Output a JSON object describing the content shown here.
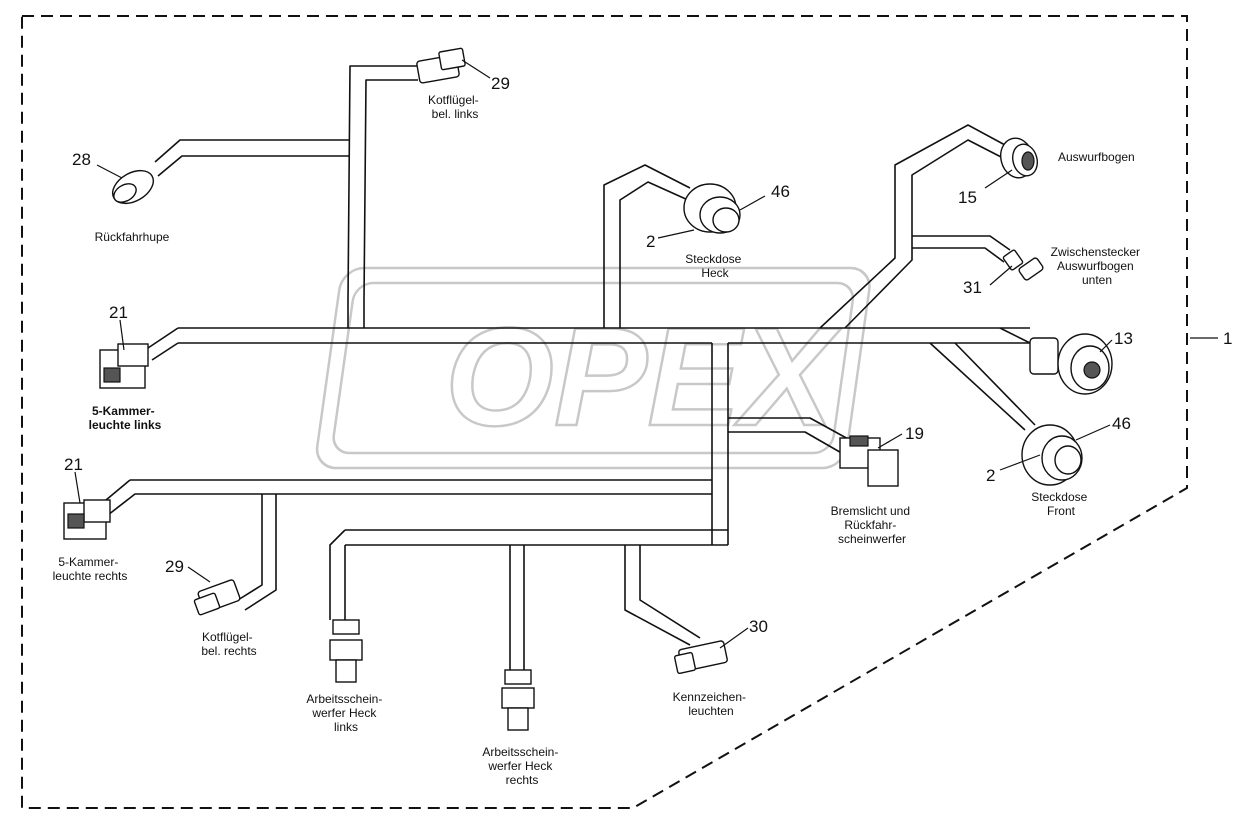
{
  "watermark": {
    "text": "OPEX"
  },
  "border_ref": "1",
  "callouts": [
    {
      "id": "c29a",
      "number": "29",
      "label_lines": [
        "Kotflügel-",
        "bel. links"
      ],
      "bold": false
    },
    {
      "id": "c28",
      "number": "28",
      "label_lines": [
        "Rückfahrhupe"
      ],
      "bold": false
    },
    {
      "id": "c46a",
      "number": "46",
      "number2": "2",
      "label_lines": [
        "Steckdose",
        "Heck"
      ],
      "bold": false
    },
    {
      "id": "c15",
      "number": "15",
      "label_lines": [
        "Auswurfbogen"
      ],
      "bold": false
    },
    {
      "id": "c31",
      "number": "31",
      "label_lines": [
        "Zwischenstecker",
        "Auswurfbogen",
        "unten"
      ],
      "bold": false
    },
    {
      "id": "c21a",
      "number": "21",
      "label_lines": [
        "5-Kammer-",
        "leuchte links"
      ],
      "bold": true
    },
    {
      "id": "c13",
      "number": "13",
      "label_lines": [],
      "bold": false
    },
    {
      "id": "c19",
      "number": "19",
      "label_lines": [
        "Bremslicht und",
        "Rückfahr-",
        "scheinwerfer"
      ],
      "bold": false
    },
    {
      "id": "c46b",
      "number": "46",
      "number2": "2",
      "label_lines": [
        "Steckdose",
        "Front"
      ],
      "bold": false
    },
    {
      "id": "c21b",
      "number": "21",
      "label_lines": [
        "5-Kammer-",
        "leuchte rechts"
      ],
      "bold": false
    },
    {
      "id": "c29b",
      "number": "29",
      "label_lines": [
        "Kotflügel-",
        "bel. rechts"
      ],
      "bold": false
    },
    {
      "id": "c30",
      "number": "30",
      "label_lines": [
        "Kennzeichen-",
        "leuchten"
      ],
      "bold": false
    },
    {
      "id": "cArbL",
      "number": "",
      "label_lines": [
        "Arbeitsschein-",
        "werfer Heck",
        "links"
      ],
      "bold": false
    },
    {
      "id": "cArbR",
      "number": "",
      "label_lines": [
        "Arbeitsschein-",
        "werfer Heck",
        "rechts"
      ],
      "bold": false
    }
  ]
}
